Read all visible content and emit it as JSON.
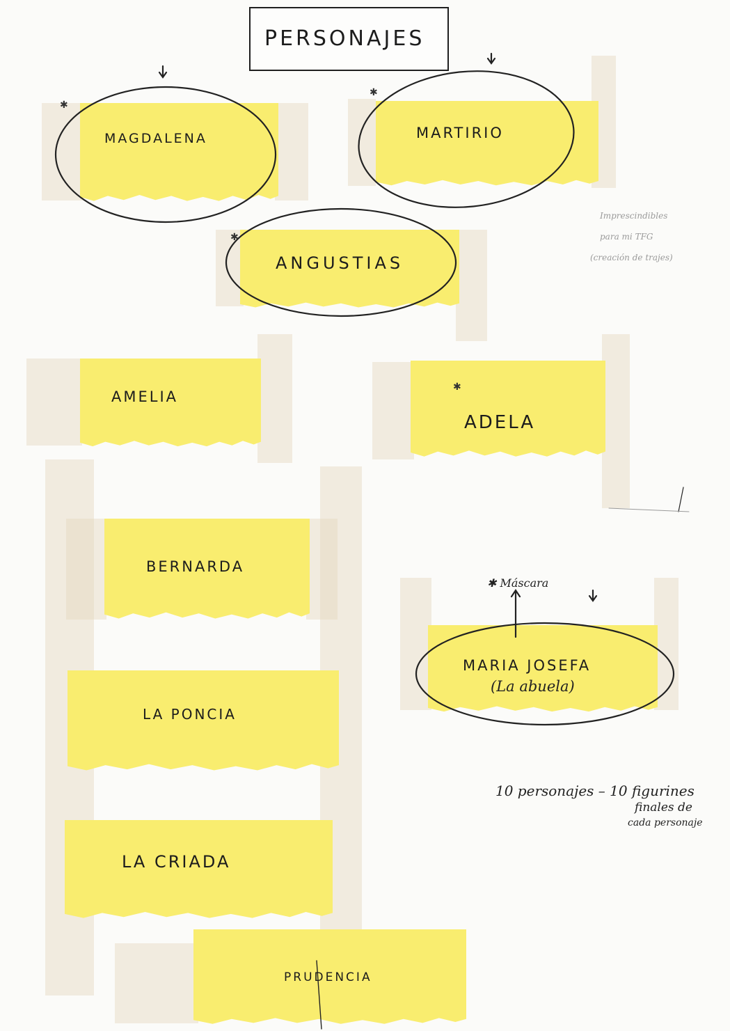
{
  "title": "PERSONAJES",
  "characters": {
    "magdalena": "MAGDALENA",
    "martirio": "MARTIRIO",
    "angustias": "ANGUSTIAS",
    "amelia": "AMELIA",
    "adela": "ADELA",
    "bernarda": "BERNARDA",
    "maria_josefa": "MARIA JOSEFA",
    "maria_josefa_note": "(La abuela)",
    "la_poncia": "LA PONCIA",
    "la_criada": "LA CRIADA",
    "prudencia": "PRUDENCIA"
  },
  "annotations": {
    "mascara": "Máscara",
    "faint_note": [
      "Imprescindibles",
      "para mi TFG",
      "(creación de trajes)"
    ],
    "summary": [
      "10 personajes – 10 figurines",
      "finales de",
      "cada personaje"
    ]
  },
  "colors": {
    "sticky_note": "#f9ed6f",
    "tape": "#e4d7be",
    "ink": "#1c1c1c"
  }
}
